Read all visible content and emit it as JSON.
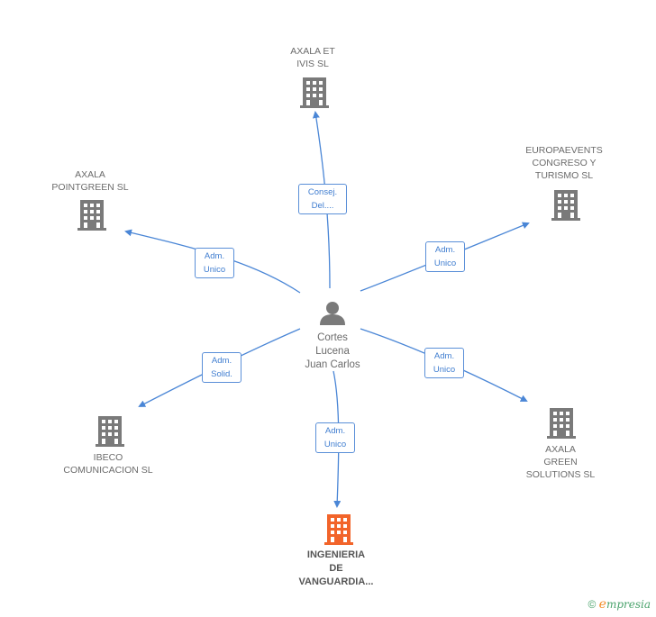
{
  "center": {
    "name": "Cortes\nLucena\nJuan Carlos",
    "icon": "person-icon"
  },
  "companies": [
    {
      "id": "axala-et-ivis",
      "name": "AXALA ET\nIVIS SL",
      "icon": "building-icon"
    },
    {
      "id": "europaevents",
      "name": "EUROPAEVENTS\nCONGRESO Y\nTURISMO SL",
      "icon": "building-icon"
    },
    {
      "id": "axala-pointgreen",
      "name": "AXALA\nPOINTGREEN SL",
      "icon": "building-icon"
    },
    {
      "id": "ibeco",
      "name": "IBECO\nCOMUNICACION SL",
      "icon": "building-icon"
    },
    {
      "id": "axala-green",
      "name": "AXALA\nGREEN\nSOLUTIONS  SL",
      "icon": "building-icon"
    },
    {
      "id": "ingenieria",
      "name": "INGENIERIA\nDE\nVANGUARDIA...",
      "icon": "building-icon",
      "highlight": true
    }
  ],
  "edges": [
    {
      "to": "axala-et-ivis",
      "role": "Consej.\nDel...."
    },
    {
      "to": "europaevents",
      "role": "Adm.\nUnico"
    },
    {
      "to": "axala-pointgreen",
      "role": "Adm.\nUnico"
    },
    {
      "to": "ibeco",
      "role": "Adm.\nSolid."
    },
    {
      "to": "axala-green",
      "role": "Adm.\nUnico"
    },
    {
      "to": "ingenieria",
      "role": "Adm.\nUnico"
    }
  ],
  "colors": {
    "edge": "#4a86d6",
    "building": "#7a7a7a",
    "highlight": "#f2642a",
    "person": "#7a7a7a"
  },
  "footer": {
    "copyright": "©",
    "brand_first": "e",
    "brand_rest": "mpresia"
  }
}
